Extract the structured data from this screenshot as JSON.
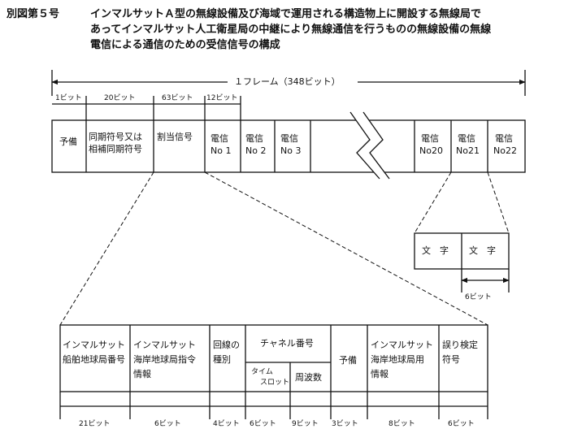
{
  "title": {
    "label": "別図第５号",
    "lines": [
      "インマルサットＡ型の無線設備及び海域で運用される構造物上に開設する無線局で",
      "あってインマルサット人工衛星局の中継により無線通信を行うものの無線設備の無線",
      "電信による通信のための受信信号の構成"
    ]
  },
  "frame": {
    "total_label": "１フレーム（348ビット）",
    "bit_labels": [
      "1ビット",
      "20ビット",
      "63ビット",
      "12ビット"
    ],
    "cells": {
      "reserve": "予備",
      "sync_1": "同期符号又は",
      "sync_2": "相補同期符号",
      "assign": "割当信号",
      "ch1_a": "電信",
      "ch1_b": "No 1",
      "ch2_a": "電信",
      "ch2_b": "No 2",
      "ch3_a": "電信",
      "ch3_b": "No 3",
      "ch20_a": "電信",
      "ch20_b": "No20",
      "ch21_a": "電信",
      "ch21_b": "No21",
      "ch22_a": "電信",
      "ch22_b": "No22"
    }
  },
  "char_detail": {
    "char1": "文　字",
    "char2": "文　字",
    "bits": "6ビット"
  },
  "assign_detail": {
    "cells": {
      "ship_1": "インマルサット",
      "ship_2": "船舶地球局番号",
      "coast_1": "インマルサット",
      "coast_2": "海岸地球局指令",
      "coast_3": "情報",
      "line_1": "回線の",
      "line_2": "種別",
      "channel": "チャネル番号",
      "time_1": "タイム",
      "time_2": "スロット",
      "freq": "周波数",
      "reserve": "予備",
      "coastuse_1": "インマルサット",
      "coastuse_2": "海岸地球局用",
      "coastuse_3": "情報",
      "err_1": "誤り検定",
      "err_2": "符号"
    },
    "bit_labels": [
      "21ビット",
      "6ビット",
      "4ビット",
      "6ビット",
      "9ビット",
      "3ビット",
      "8ビット",
      "6ビット"
    ]
  }
}
